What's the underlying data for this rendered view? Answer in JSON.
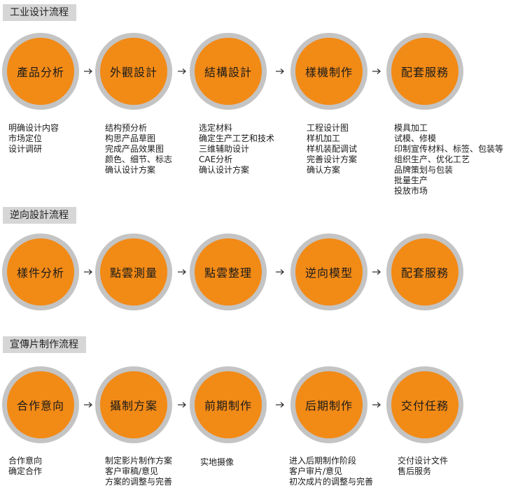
{
  "sections": [
    {
      "title": "工业设计流程",
      "steps": [
        {
          "label": "產品分析",
          "desc": [
            "明确设计内容",
            "市场定位",
            "设计调研"
          ]
        },
        {
          "label": "外觀設計",
          "desc": [
            "结构预分析",
            "构思产品草图",
            "完成产品效果图",
            "颜色、细节、标志",
            "确认设计方案"
          ]
        },
        {
          "label": "結構設計",
          "desc": [
            "选定材料",
            "确定生产工艺和技术",
            "三维辅助设计",
            "CAE分析",
            "确认设计方案"
          ]
        },
        {
          "label": "樣機制作",
          "desc": [
            "工程设计图",
            "样机加工",
            "样机装配调试",
            "完善设计方案",
            "确认方案"
          ]
        },
        {
          "label": "配套服務",
          "desc": [
            "模具加工",
            "试模、修模",
            "印制宣传材料、标签、包装等",
            "组织生产、优化工艺",
            "品牌策划与包装",
            "批量生产",
            "投放市场"
          ]
        }
      ]
    },
    {
      "title": "逆向設計流程",
      "steps": [
        {
          "label": "樣件分析",
          "desc": []
        },
        {
          "label": "點雲測量",
          "desc": []
        },
        {
          "label": "點雲整理",
          "desc": []
        },
        {
          "label": "逆向模型",
          "desc": []
        },
        {
          "label": "配套服務",
          "desc": []
        }
      ]
    },
    {
      "title": "宣傳片制作流程",
      "steps": [
        {
          "label": "合作意向",
          "desc": [
            "合作意向",
            "确定合作"
          ]
        },
        {
          "label": "攝制方案",
          "desc": [
            "制定影片制作方案",
            "客户审稿/意见",
            "方案的调整与完善"
          ]
        },
        {
          "label": "前期制作",
          "desc": [
            "实地摄像"
          ]
        },
        {
          "label": "后期制作",
          "desc": [
            "进入后期制作阶段",
            "客户审片/意见",
            "初次成片的调整与完善"
          ]
        },
        {
          "label": "交付任務",
          "desc": [
            "交付设计文件",
            "售后服务"
          ]
        }
      ]
    }
  ]
}
